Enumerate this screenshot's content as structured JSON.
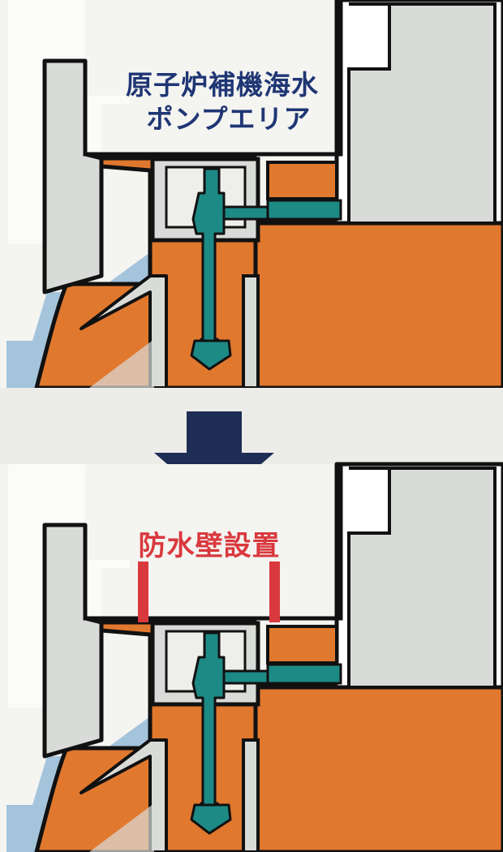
{
  "panel_before": {
    "label_line1": "原子炉補機海水",
    "label_line2": "ポンプエリア"
  },
  "panel_after": {
    "label": "防水壁設置"
  },
  "colors": {
    "soil_orange": "#e0782e",
    "water_blue": "#a4c4dc",
    "pump_teal": "#1d8a86",
    "wall_red": "#d9383d",
    "arrow_navy": "#1e2d55",
    "label_navy": "#1f3674",
    "concrete_gray": "#d9dbd8"
  },
  "icons": {
    "arrow": "down-arrow-icon",
    "pump": "pump-icon"
  }
}
